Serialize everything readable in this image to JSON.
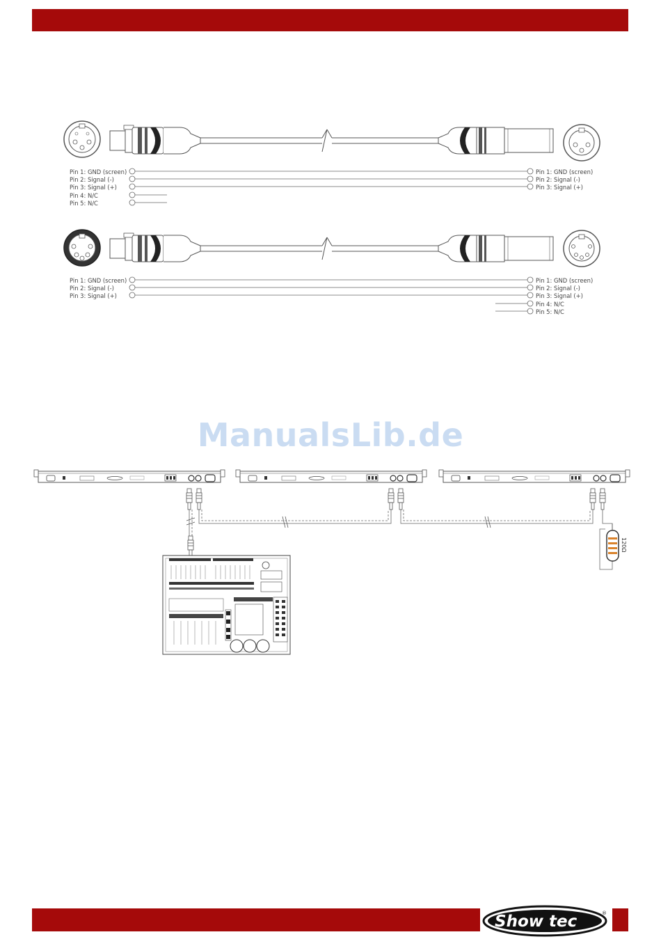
{
  "watermark": "ManualsLib.de",
  "brand": {
    "logo_text": "Show tec",
    "registered": "®"
  },
  "colors": {
    "accent": "#a50a0a",
    "line": "#555555",
    "watermark": "#cadcf2"
  },
  "diagram_3pin": {
    "left_pins": [
      "Pin 1: GND (screen)",
      "Pin 2: Signal (-)",
      "Pin 3: Signal (+)",
      "Pin 4: N/C",
      "Pin 5: N/C"
    ],
    "right_pins": [
      "Pin 1: GND (screen)",
      "Pin 2: Signal (-)",
      "Pin 3: Signal (+)"
    ]
  },
  "diagram_5pin": {
    "left_pins": [
      "Pin 1: GND (screen)",
      "Pin 2: Signal (-)",
      "Pin 3: Signal (+)"
    ],
    "right_pins": [
      "Pin 1: GND (screen)",
      "Pin 2: Signal (-)",
      "Pin 3: Signal (+)",
      "Pin 4: N/C",
      "Pin 5: N/C"
    ]
  },
  "terminator": {
    "label": "120Ω"
  }
}
